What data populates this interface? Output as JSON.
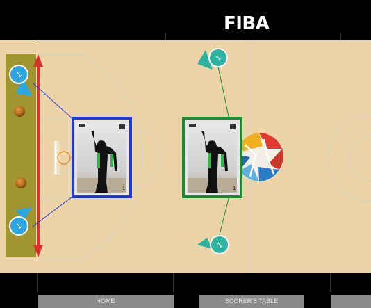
{
  "header": {
    "logo_text": "FIBA"
  },
  "bottom_labels": {
    "home": "HOME",
    "scorers_table": "SCORER'S TABLE",
    "right": ""
  },
  "referees": [
    {
      "name": "lead-referee",
      "number": "1",
      "color": "#1e3bd9"
    },
    {
      "name": "center-referee",
      "number": "1",
      "color": "#1d8b2e"
    }
  ],
  "markers": [
    {
      "name": "blue-marker-top",
      "label": "1"
    },
    {
      "name": "blue-marker-bottom",
      "label": "1"
    },
    {
      "name": "green-marker-top",
      "label": "1"
    },
    {
      "name": "green-marker-bottom",
      "label": "1"
    }
  ],
  "colors": {
    "court": "#ecd4a8",
    "bench": "#a0952e",
    "blue": "#1e3bd9",
    "green": "#1d8b2e",
    "marker_teal": "#2bb3a0",
    "marker_blue": "#2ba6e3",
    "red_arrow": "#e0302c"
  }
}
